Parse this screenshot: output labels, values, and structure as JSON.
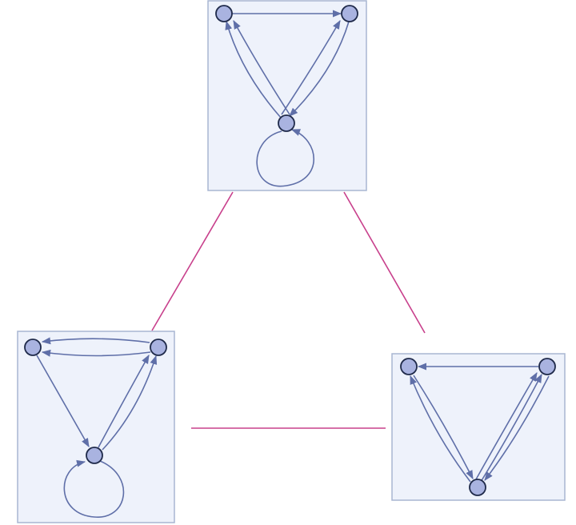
{
  "colors": {
    "panel_fill": "#eef2fb",
    "panel_stroke": "#a9b6d2",
    "edge": "#5f6fa8",
    "node_fill": "#a9b3e0",
    "node_stroke": "#1f2a4a",
    "connector": "#c8408c"
  },
  "graphs": [
    {
      "id": "top",
      "nodes": [
        "a",
        "b",
        "c"
      ],
      "edges": [
        [
          "a",
          "b"
        ],
        [
          "c",
          "a"
        ],
        [
          "c",
          "a"
        ],
        [
          "c",
          "b"
        ],
        [
          "b",
          "c"
        ],
        [
          "c",
          "c"
        ]
      ]
    },
    {
      "id": "bottom-left",
      "nodes": [
        "a",
        "b",
        "c"
      ],
      "edges": [
        [
          "b",
          "a"
        ],
        [
          "b",
          "a"
        ],
        [
          "a",
          "c"
        ],
        [
          "c",
          "b"
        ],
        [
          "c",
          "b"
        ],
        [
          "c",
          "c"
        ]
      ]
    },
    {
      "id": "bottom-right",
      "nodes": [
        "a",
        "b",
        "c"
      ],
      "edges": [
        [
          "b",
          "a"
        ],
        [
          "a",
          "c"
        ],
        [
          "c",
          "a"
        ],
        [
          "c",
          "b"
        ],
        [
          "c",
          "b"
        ],
        [
          "b",
          "c"
        ]
      ]
    }
  ],
  "connections": [
    [
      "top",
      "bottom-left"
    ],
    [
      "top",
      "bottom-right"
    ],
    [
      "bottom-left",
      "bottom-right"
    ]
  ]
}
